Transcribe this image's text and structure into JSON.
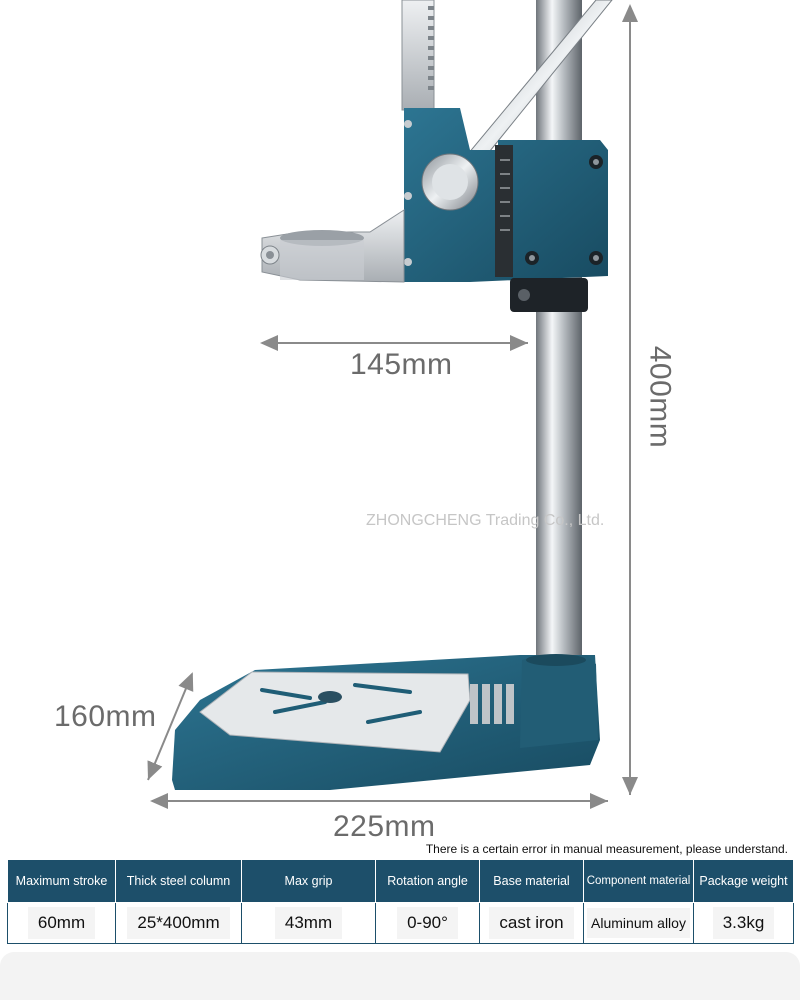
{
  "dimensions": {
    "arm_length": "145mm",
    "height": "400mm",
    "base_depth": "160mm",
    "base_width": "225mm"
  },
  "watermark": "ZHONGCHENG Trading Co., Ltd.",
  "note": "There is a certain error in manual measurement, please understand.",
  "spec_table": {
    "headers": [
      "Maximum stroke",
      "Thick steel column",
      "Max grip",
      "Rotation angle",
      "Base material",
      "Component material",
      "Package weight"
    ],
    "values": [
      "60mm",
      "25*400mm",
      "43mm",
      "0-90°",
      "cast iron",
      "Aluminum alloy",
      "3.3kg"
    ]
  },
  "colors": {
    "body_teal": "#1f5d76",
    "header_blue": "#1d4f6a",
    "steel": "#c9cdd2"
  }
}
